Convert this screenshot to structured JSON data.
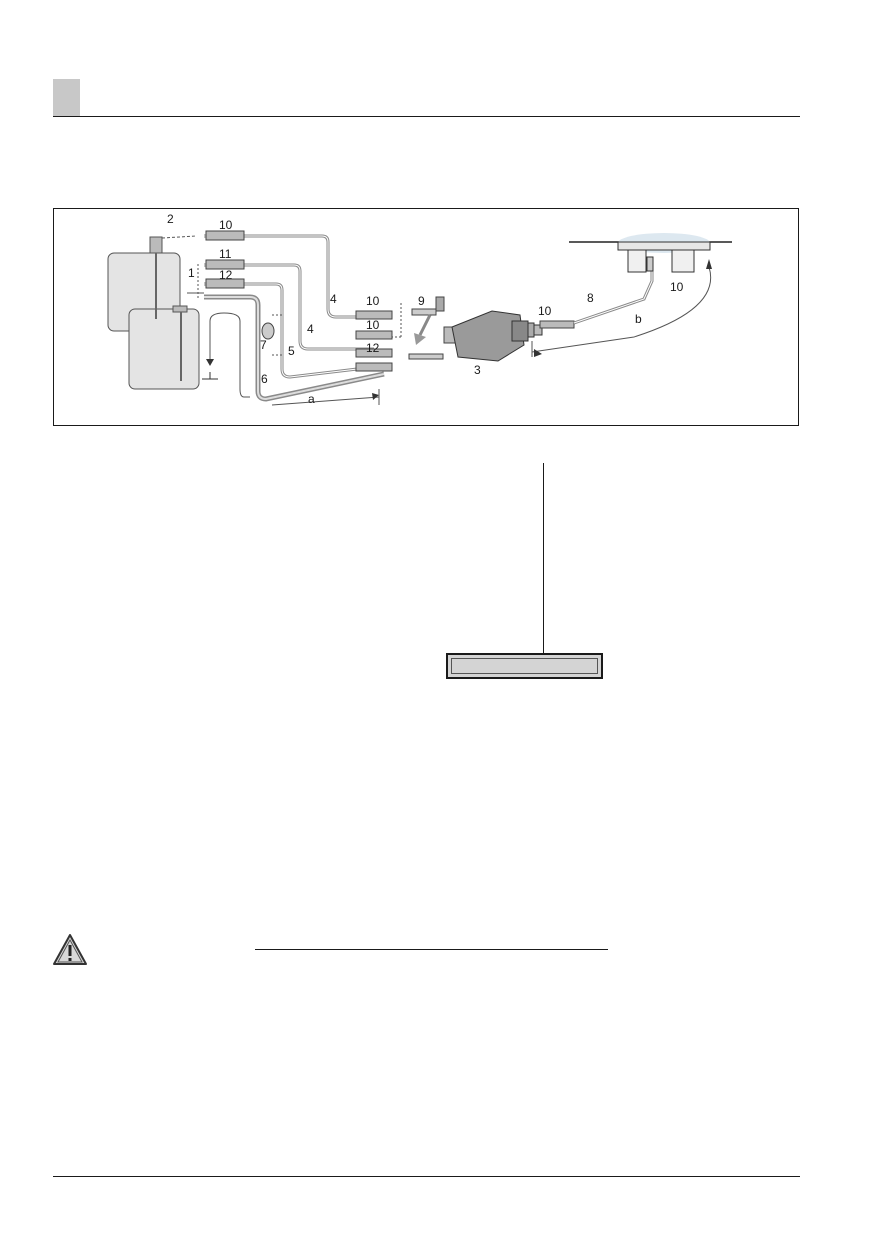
{
  "figure": {
    "callouts": {
      "c1": "1",
      "c2": "2",
      "c3": "3",
      "c4a": "4",
      "c4b": "4",
      "c5": "5",
      "c6": "6",
      "c7": "7",
      "c8": "8",
      "c9": "9",
      "c10a": "10",
      "c10b": "10",
      "c10c": "10",
      "c10d": "10",
      "c10e": "10",
      "c11": "11",
      "c12a": "12",
      "c12b": "12",
      "ca": "a",
      "cb": "b"
    }
  },
  "icons": {
    "warning": "warning-triangle-icon"
  },
  "colors": {
    "header_tab": "#c8c8c8",
    "note_box": "#d4d4d4",
    "tank_fill": "#e4e4e4",
    "pipe": "#8a8a8a"
  }
}
